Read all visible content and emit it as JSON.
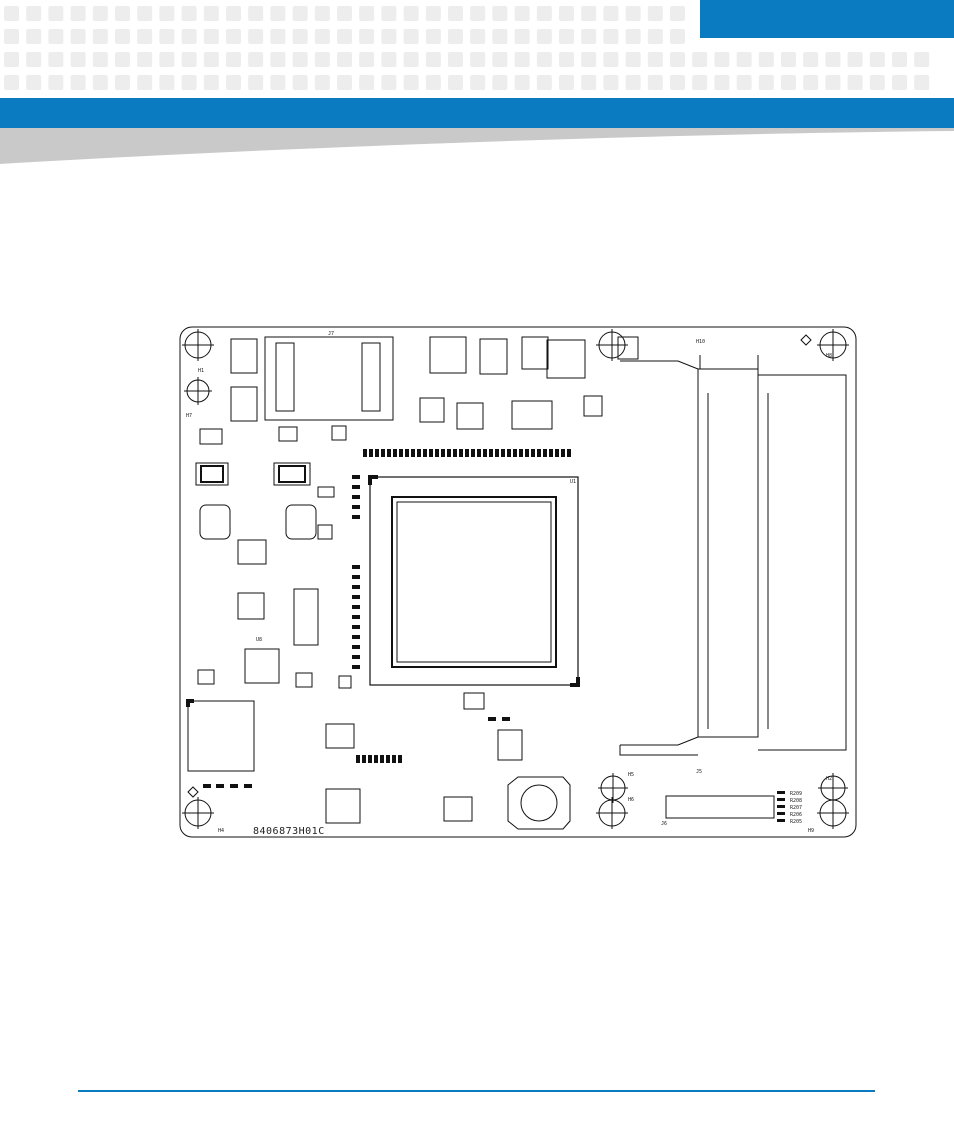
{
  "header": {
    "brand_color": "#0a7bc1",
    "pattern_color": "#ededed",
    "swoosh_color": "#c9c9c9"
  },
  "board": {
    "part_number": "8406873H01C",
    "labels": {
      "heatsink": "U1",
      "connector_top": "J7",
      "connector_bottom": "J5",
      "chip_left": "U8",
      "slot": "J6",
      "mount_h1": "H1",
      "mount_h2": "H2",
      "mount_h4": "H4",
      "mount_h5": "H5",
      "mount_h6": "H6",
      "mount_h7": "H7",
      "mount_h8": "H8",
      "mount_h9": "H9",
      "mount_h10": "H10"
    },
    "resistor_column": [
      "R209",
      "R208",
      "R207",
      "R206",
      "R205"
    ]
  }
}
